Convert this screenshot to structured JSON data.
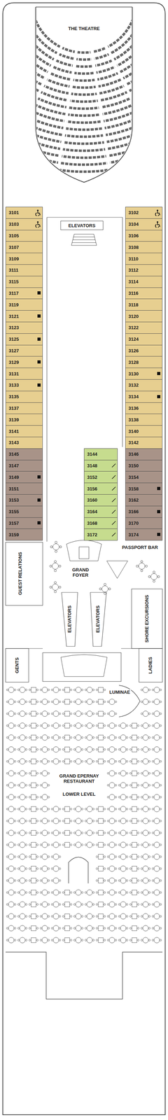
{
  "diagram": {
    "nodes": [
      {
        "text": [
          "ELEVATORS"
        ]
      },
      {
        "text": [
          "3101"
        ]
      },
      {
        "text": [
          "3102"
        ]
      },
      {
        "text": [
          "3103"
        ]
      },
      {
        "text": [
          "3104"
        ]
      },
      {
        "text": [
          "3105"
        ]
      },
      {
        "text": [
          "3106"
        ]
      },
      {
        "text": [
          "3107"
        ]
      },
      {
        "text": [
          "3108"
        ]
      },
      {
        "text": [
          "3109"
        ]
      },
      {
        "text": [
          "3110"
        ]
      },
      {
        "text": [
          "3111"
        ]
      },
      {
        "text": [
          "3112"
        ]
      },
      {
        "text": [
          "3115"
        ]
      },
      {
        "text": [
          "3114"
        ]
      },
      {
        "text": [
          "3117"
        ]
      },
      {
        "text": [
          "3116"
        ]
      },
      {
        "text": [
          "3119"
        ]
      },
      {
        "text": [
          "3118"
        ]
      },
      {
        "text": [
          "3121"
        ]
      },
      {
        "text": [
          "3120"
        ]
      },
      {
        "text": [
          "3123"
        ]
      },
      {
        "text": [
          "3122"
        ]
      },
      {
        "text": [
          "3125"
        ]
      },
      {
        "text": [
          "3124"
        ]
      },
      {
        "text": [
          "3127"
        ]
      },
      {
        "text": [
          "3126"
        ]
      },
      {
        "text": [
          "3129"
        ]
      },
      {
        "text": [
          "3128"
        ]
      },
      {
        "text": [
          "3131"
        ]
      },
      {
        "text": [
          "3130"
        ]
      },
      {
        "text": [
          "3133"
        ]
      },
      {
        "text": [
          "3132"
        ]
      },
      {
        "text": [
          "3135"
        ]
      },
      {
        "text": [
          "3134"
        ]
      },
      {
        "text": [
          "3137"
        ]
      },
      {
        "text": [
          "3136"
        ]
      },
      {
        "text": [
          "3139"
        ]
      },
      {
        "text": [
          "3138"
        ]
      },
      {
        "text": [
          "3141"
        ]
      },
      {
        "text": [
          "3140"
        ]
      },
      {
        "text": [
          "3143"
        ]
      },
      {
        "text": [
          "3142"
        ]
      },
      {
        "text": [
          "3145"
        ]
      },
      {
        "text": [
          "3144"
        ]
      },
      {
        "text": [
          "3146"
        ]
      },
      {
        "text": [
          "3147"
        ]
      },
      {
        "text": [
          "3148"
        ]
      },
      {
        "text": [
          "3150"
        ]
      },
      {
        "text": [
          "3149"
        ]
      },
      {
        "text": [
          "3152"
        ]
      },
      {
        "text": [
          "3154"
        ]
      },
      {
        "text": [
          "3151"
        ]
      },
      {
        "text": [
          "3156"
        ]
      },
      {
        "text": [
          "3158"
        ]
      },
      {
        "text": [
          "3153"
        ]
      },
      {
        "text": [
          "3160"
        ]
      },
      {
        "text": [
          "3162"
        ]
      },
      {
        "text": [
          "3155"
        ]
      },
      {
        "text": [
          "3164"
        ]
      },
      {
        "text": [
          "3166"
        ]
      },
      {
        "text": [
          "3157"
        ]
      },
      {
        "text": [
          "3168"
        ]
      },
      {
        "text": [
          "3170"
        ]
      },
      {
        "text": [
          "3159"
        ]
      },
      {
        "text": [
          "3172"
        ]
      },
      {
        "text": [
          "3174"
        ]
      }
    ],
    "labels": [
      "THE THEATRE",
      "GUEST RELATIONS",
      "PASSPORT BAR",
      "GRAND FOYER",
      "ELEVATORS",
      "ELEVATORS",
      "SHORE EXCURSIONS",
      "GENTS",
      "LADIES",
      "LUMINAE",
      "GRAND EPERNAY RESTAURANT",
      "LOWER LEVEL"
    ]
  }
}
